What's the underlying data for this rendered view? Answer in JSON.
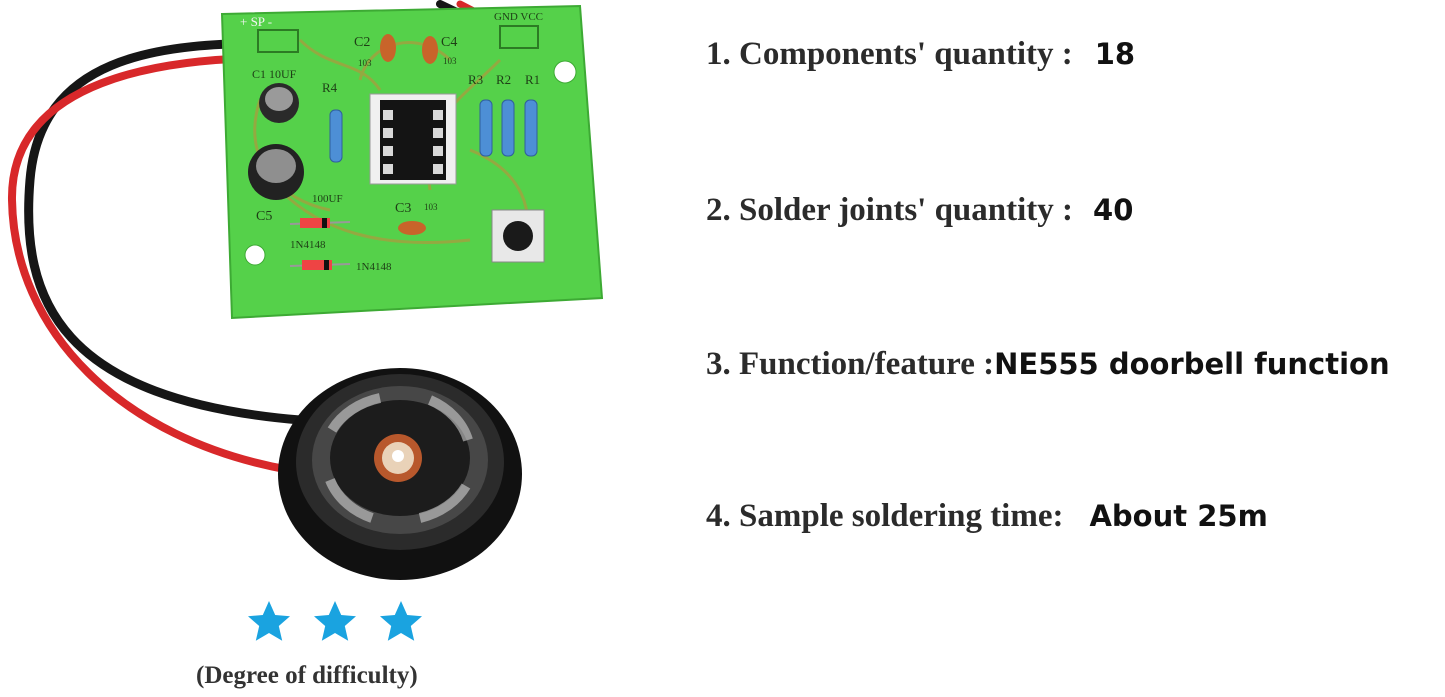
{
  "board_labels": {
    "sp": "+ SP -",
    "gnd_vcc": "GND VCC",
    "c1": "C1 10UF",
    "c2": "C2",
    "c2_code": "103",
    "c3": "C3",
    "c3_code": "103",
    "c4": "C4",
    "c4_code": "103",
    "c5": "C5",
    "c5_value": "100UF",
    "r1": "R1",
    "r2": "R2",
    "r3": "R3",
    "r4": "R4",
    "d1": "1N4148",
    "d2": "1N4148"
  },
  "specs": [
    {
      "label": "1. Components' quantity :",
      "value": "18"
    },
    {
      "label": "2. Solder joints' quantity :",
      "value": "40"
    },
    {
      "label": "3. Function/feature :",
      "value": "NE555 doorbell function"
    },
    {
      "label": "4. Sample soldering time:",
      "value": "About 25m"
    }
  ],
  "difficulty": {
    "stars": 3,
    "caption": "(Degree of difficulty)",
    "star_color": "#1aa3e0"
  },
  "colors": {
    "pcb_green": "#55d14a",
    "wire_red": "#d8282a",
    "wire_black": "#161616"
  },
  "icons": {
    "star": "star-icon"
  }
}
